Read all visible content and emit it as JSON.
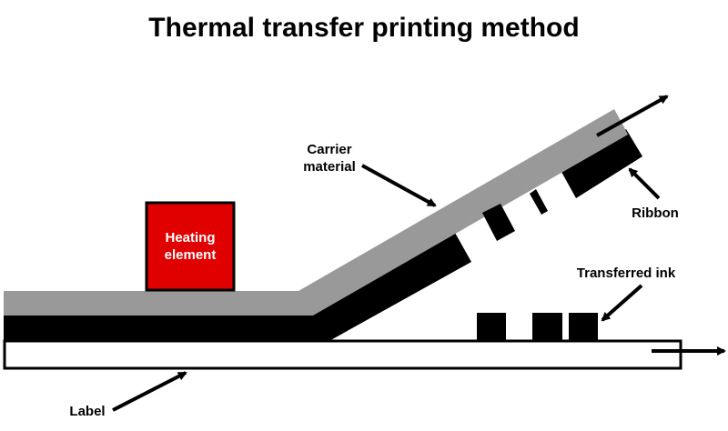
{
  "title": "Thermal transfer printing method",
  "labels": {
    "carrier_line1": "Carrier",
    "carrier_line2": "material",
    "heating_line1": "Heating",
    "heating_line2": "element",
    "ribbon": "Ribbon",
    "transferred_ink": "Transferred ink",
    "label": "Label"
  },
  "colors": {
    "carrier": "#999999",
    "ribbon": "#000000",
    "heating_element": "#e00000",
    "label_fill": "#ffffff",
    "stroke": "#000000"
  }
}
